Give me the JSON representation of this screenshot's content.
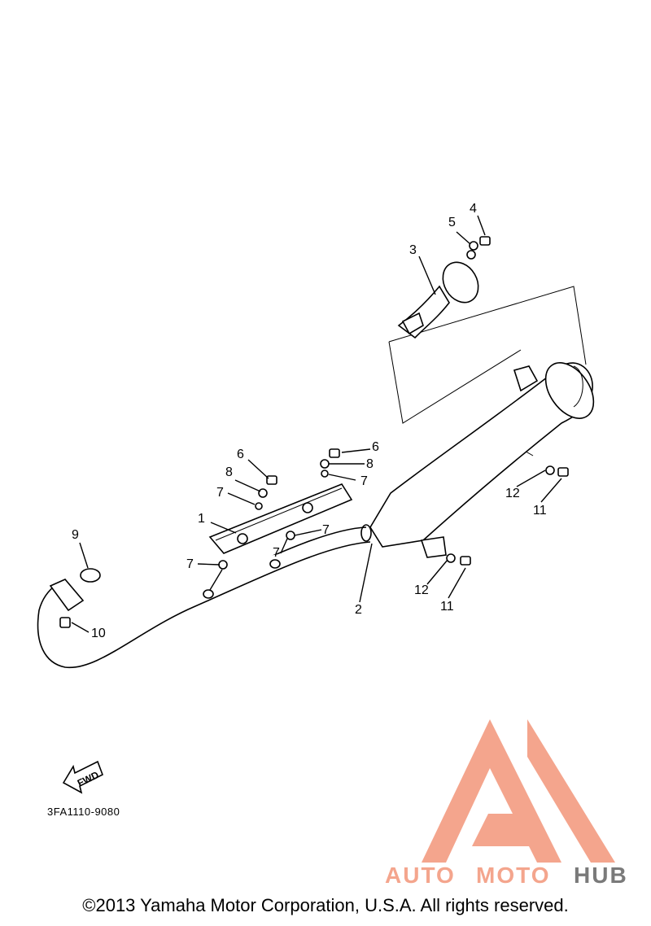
{
  "callouts": [
    "1",
    "2",
    "3",
    "4",
    "5",
    "6",
    "6",
    "7",
    "7",
    "7",
    "7",
    "7",
    "8",
    "8",
    "9",
    "10",
    "11",
    "11",
    "12",
    "12"
  ],
  "fwd_label": "FWD",
  "diagram_code": "3FA1110-9080",
  "watermark": {
    "part1": "AUTO",
    "part2": "MOTO",
    "part3": "HUB",
    "color_main": "#f4a58d",
    "color_dark": "#7a7a7a"
  },
  "copyright": "©2013 Yamaha Motor Corporation, U.S.A. All rights reserved."
}
